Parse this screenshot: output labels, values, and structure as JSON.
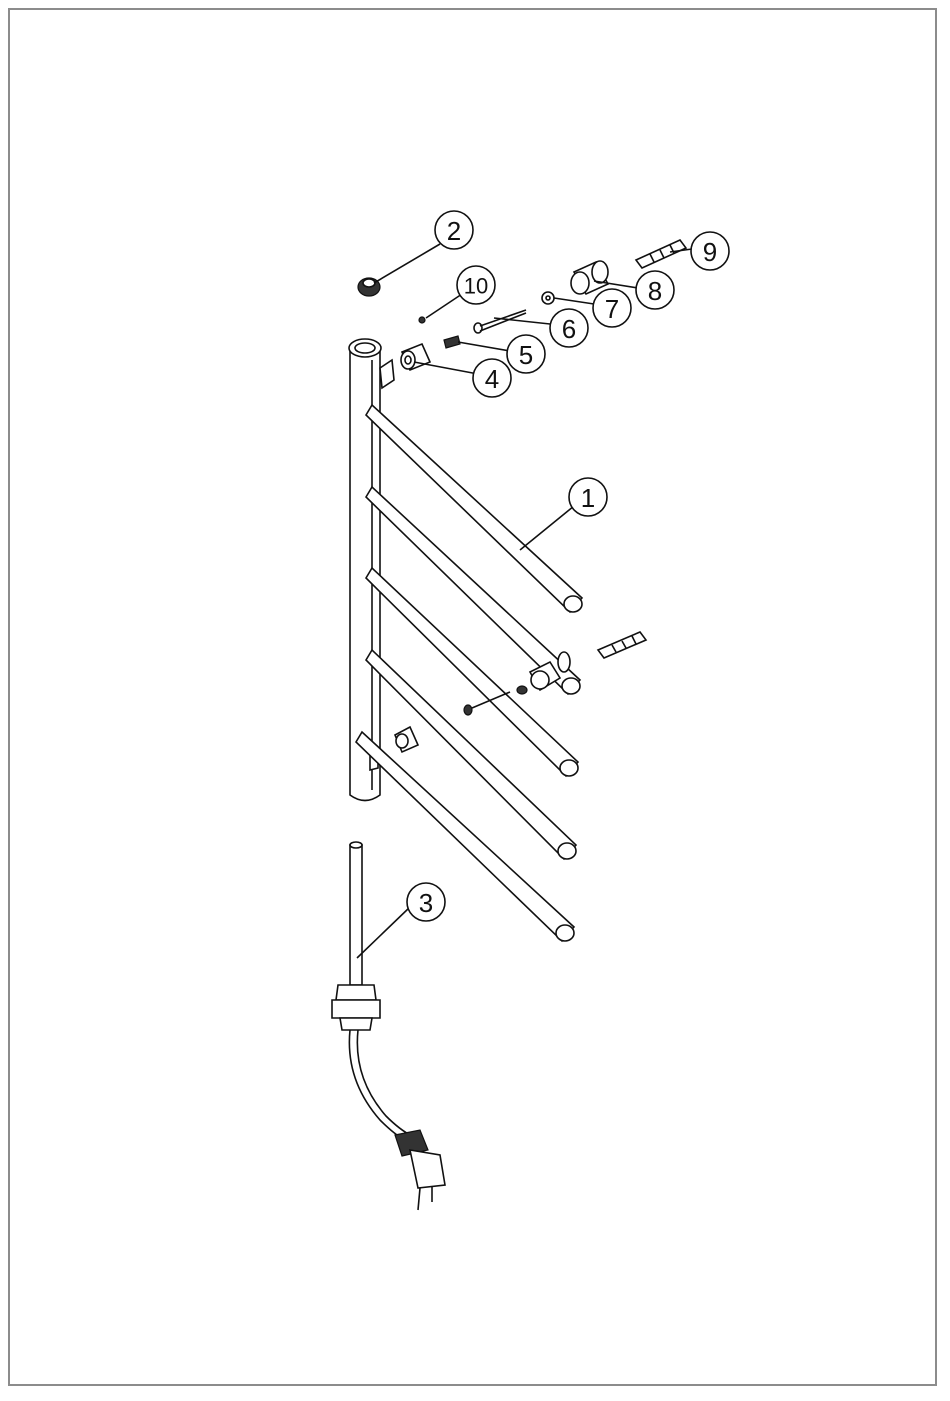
{
  "callouts": [
    {
      "id": "1",
      "text": "1"
    },
    {
      "id": "2",
      "text": "2"
    },
    {
      "id": "3",
      "text": "3"
    },
    {
      "id": "4",
      "text": "4"
    },
    {
      "id": "5",
      "text": "5"
    },
    {
      "id": "6",
      "text": "6"
    },
    {
      "id": "7",
      "text": "7"
    },
    {
      "id": "8",
      "text": "8"
    },
    {
      "id": "9",
      "text": "9"
    },
    {
      "id": "10",
      "text": "10"
    }
  ],
  "colors": {
    "line": "#111111",
    "frame": "#8c8c8c",
    "background": "#ffffff"
  }
}
